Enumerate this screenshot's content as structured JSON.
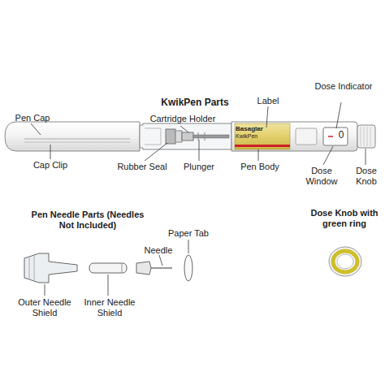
{
  "diagram": {
    "title": "KwikPen Parts",
    "labels": [
      "Pen Cap",
      "Cap Clip",
      "Cartridge Holder",
      "Rubber Seal",
      "Plunger",
      "Label",
      "Pen Body",
      "Dose Indicator",
      "Dose Window",
      "Dose Knob",
      "Pen Needle Parts (Needles Not Included)",
      "Paper Tab",
      "Needle",
      "Outer Needle Shield",
      "Inner Needle Shield",
      "Dose Knob with green ring",
      "Basaglar",
      "KwikPen",
      "0"
    ]
  }
}
